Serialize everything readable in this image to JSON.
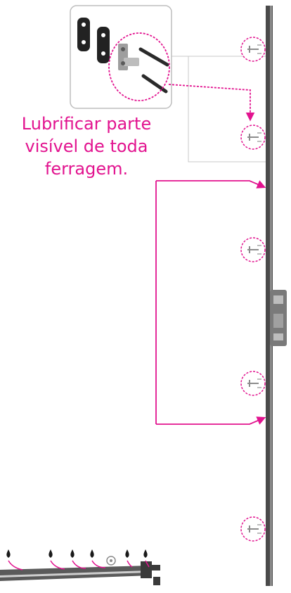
{
  "caption": {
    "lines": [
      "Lubrificar parte",
      "visível de toda",
      "ferragem."
    ]
  },
  "colors": {
    "accent": "#e2138f",
    "profile": "#4a4a4a",
    "guide": "#c8c8c8",
    "inset_border": "#bdbdbd"
  },
  "icons": {
    "hinge_markers": "hinge-marker-icon",
    "oil_drops": "oil-drop-icon",
    "gear": "gear-icon",
    "arrows": "arrow-head-icon"
  }
}
